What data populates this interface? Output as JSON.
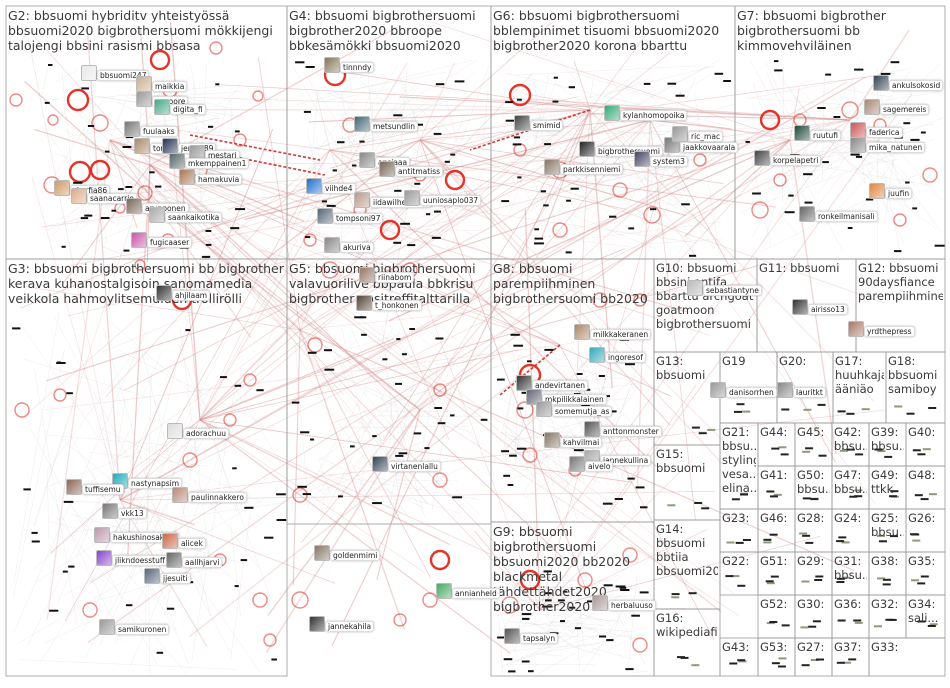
{
  "panels": [
    {
      "id": "G2",
      "title": "G2: bbsuomi hybriditv yhteistyössä bbsuomi2020 bigbrothersuomi mökkijengi talojengi bbsini rasismi bbsasa"
    },
    {
      "id": "G4",
      "title": "G4: bbsuomi bigbrothersuomi bigbrother2020 bbroope bbkesämökki bbsuomi2020 trollivaiei draamaaluvassa bigbrother teamop"
    },
    {
      "id": "G6",
      "title": "G6: bbsuomi bigbrothersuomi bblempinimet tisuomi bbsuomi2020 bigbrother2020 korona bbarttu bbjukka bbjoel"
    },
    {
      "id": "G7",
      "title": "G7: bbsuomi bigbrother bigbrothersuomi bb kimmovehviläinen hahmoylitsemuiden trollirölli bbsuomi2020 sini labtq"
    },
    {
      "id": "G3",
      "title": "G3: bbsuomi bigbrothersuomi bb bigbrother kerava kuhanostalgisoin sanomamedia veikkola hahmoylitsemuiden trollirölli"
    },
    {
      "id": "G5",
      "title": "G5: bbsuomi bigbrothersuomi valavuorilive bbpaula bbkrisu bigbrother ensitreffitalttarilla bbkooste tännekiitos bbkessu"
    },
    {
      "id": "G8",
      "title": "G8: bbsuomi parempiihminen bigbrothersuomi bb2020 bbkessu bbsami got porilainen jonne bbsini"
    },
    {
      "id": "G9",
      "title": "G9: bbsuomi bigbrothersuomi bbsuomi2020 bb2020 blackmetal tähdettähdet2020 bigbrother2020 spekulaattori elisaviihde nelonen"
    },
    {
      "id": "G10",
      "title": "G10: bbsuomi bbsini antifa bbarttu archgoat goatmoon bigbrothersuomi bigbrother..."
    },
    {
      "id": "G11",
      "title": "G11: bbsuomi"
    },
    {
      "id": "G12",
      "title": "G12: bbsuomi 90daysfiance parempiihminen sivari setä"
    },
    {
      "id": "G13",
      "title": "G13: bbsuomi ensitreffital..."
    },
    {
      "id": "G19",
      "title": "G19 bbsuomi"
    },
    {
      "id": "G20",
      "title": "G20: bbsuomi"
    },
    {
      "id": "G17",
      "title": "G17: huuhkajat ääniäo mutkusi..."
    },
    {
      "id": "G18",
      "title": "G18: bbsuomi samiboy salibandy samiboy..."
    },
    {
      "id": "G15",
      "title": "G15: bbsuomi"
    },
    {
      "id": "G14",
      "title": "G14: bbsuomi bbtiia bbsuomi20 bigbrothers..."
    },
    {
      "id": "G16",
      "title": "G16: wikipediafi bbsuomi"
    },
    {
      "id": "G21",
      "title": "G21: bbsu... styling vesa... elina... elma..."
    },
    {
      "id": "G44",
      "title": "G44: bbsu..."
    },
    {
      "id": "G45",
      "title": "G45: bbsu..."
    },
    {
      "id": "G42",
      "title": "G42: bbsu... ruutu..."
    },
    {
      "id": "G39",
      "title": "G39: bbsu... bbpa..."
    },
    {
      "id": "G40",
      "title": "G40: bbsu..."
    },
    {
      "id": "G41",
      "title": "G41: bbsu..."
    },
    {
      "id": "G50",
      "title": "G50: bbsu... viihd..."
    },
    {
      "id": "G47",
      "title": "G47: bbsu... ruutu..."
    },
    {
      "id": "G49",
      "title": "G49: ttkk bbsu..."
    },
    {
      "id": "G48",
      "title": "G48: bbsu..."
    },
    {
      "id": "G23",
      "title": "G23: bbsu..."
    },
    {
      "id": "G46",
      "title": "G46: bbsu..."
    },
    {
      "id": "G28",
      "title": "G28: bbsu..."
    },
    {
      "id": "G24",
      "title": "G24: bbsu..."
    },
    {
      "id": "G25",
      "title": "G25: bbsu... doov..."
    },
    {
      "id": "G26",
      "title": "G26: bbsu..."
    },
    {
      "id": "G22",
      "title": "G22: bbsu..."
    },
    {
      "id": "G51",
      "title": "G51: bbsu..."
    },
    {
      "id": "G29",
      "title": "G29: bbsu..."
    },
    {
      "id": "G31",
      "title": "G31: bbsu... ajatte..."
    },
    {
      "id": "G38",
      "title": "G38: bbsu..."
    },
    {
      "id": "G35",
      "title": "G35: bbsu..."
    },
    {
      "id": "G52",
      "title": "G52: bbsu..."
    },
    {
      "id": "G30",
      "title": "G30: bbsu..."
    },
    {
      "id": "G36",
      "title": "G36: bbsu..."
    },
    {
      "id": "G32",
      "title": "G32: bbsuo..."
    },
    {
      "id": "G34",
      "title": "G34: sali... bbs..."
    },
    {
      "id": "G43",
      "title": "G43: bbsu..."
    },
    {
      "id": "G53",
      "title": "G53: bbsu..."
    },
    {
      "id": "G27",
      "title": "G27: bbsu..."
    },
    {
      "id": "G37",
      "title": "G37: bbsu..."
    },
    {
      "id": "G33",
      "title": "G33: bbsuo..."
    }
  ],
  "node_labels": [
    {
      "text": "bbsuomi247",
      "color": "#e8e8e8"
    },
    {
      "text": "maikkia",
      "color": "#c8b090"
    },
    {
      "text": "exuoore",
      "color": "#999"
    },
    {
      "text": "digita_fi",
      "color": "#4a8"
    },
    {
      "text": "fuulaaks",
      "color": "#777"
    },
    {
      "text": "tomih",
      "color": "#a86"
    },
    {
      "text": "jentse89",
      "color": "#235"
    },
    {
      "text": "mestari",
      "color": "#999"
    },
    {
      "text": "mkemppainen1",
      "color": "#566"
    },
    {
      "text": "hamakuvia",
      "color": "#a75"
    },
    {
      "text": "sksrfia86",
      "color": "#c96"
    },
    {
      "text": "saanacarrie",
      "color": "#da8"
    },
    {
      "text": "arupponen",
      "color": "#765"
    },
    {
      "text": "saankaikotika",
      "color": "#aaa"
    },
    {
      "text": "fugicaaser",
      "color": "#c5a"
    },
    {
      "text": "ahjilaam",
      "color": "#333"
    },
    {
      "text": "tinnndy",
      "color": "#875"
    },
    {
      "text": "metsundlin",
      "color": "#467"
    },
    {
      "text": "ansiaaa",
      "color": "#888"
    },
    {
      "text": "antitmatiss",
      "color": "#765"
    },
    {
      "text": "viihde4",
      "color": "#1e6fd0"
    },
    {
      "text": "iidawilhelmiina",
      "color": "#b98"
    },
    {
      "text": "uuniosaplo037",
      "color": "#999"
    },
    {
      "text": "tompsoni97",
      "color": "#567"
    },
    {
      "text": "akuriva",
      "color": "#888"
    },
    {
      "text": "riinabom",
      "color": "#976"
    },
    {
      "text": "t_honkonen",
      "color": "#543"
    },
    {
      "text": "smimid",
      "color": "#444"
    },
    {
      "text": "kylanhomopoika",
      "color": "#3a7"
    },
    {
      "text": "bigbrothersuomi",
      "color": "#222"
    },
    {
      "text": "jaakkovaarala",
      "color": "#777"
    },
    {
      "text": "system3",
      "color": "#446"
    },
    {
      "text": "ric_mac",
      "color": "#999"
    },
    {
      "text": "parkkisenniemi",
      "color": "#876"
    },
    {
      "text": "ankulsokosid",
      "color": "#345"
    },
    {
      "text": "sagemereis",
      "color": "#a87"
    },
    {
      "text": "ruutufi",
      "color": "#1f4a3a"
    },
    {
      "text": "faderica",
      "color": "#c55"
    },
    {
      "text": "mika_natunen",
      "color": "#888"
    },
    {
      "text": "korpelapetri",
      "color": "#444"
    },
    {
      "text": "juufin",
      "color": "#d84"
    },
    {
      "text": "ronkeilmanisali",
      "color": "#666"
    },
    {
      "text": "milkkakeranen",
      "color": "#a86"
    },
    {
      "text": "ingoresof",
      "color": "#3ab"
    },
    {
      "text": "andevirtanen",
      "color": "#333"
    },
    {
      "text": "mkpilikkalainen",
      "color": "#667"
    },
    {
      "text": "somemutja_as",
      "color": "#999"
    },
    {
      "text": "anttonmonster",
      "color": "#555"
    },
    {
      "text": "kahvilmai",
      "color": "#876"
    },
    {
      "text": "jannekullina",
      "color": "#aaa"
    },
    {
      "text": "sebastiantyne",
      "color": "#bbb"
    },
    {
      "text": "airisso13",
      "color": "#333"
    },
    {
      "text": "yrdthepress",
      "color": "#a76"
    },
    {
      "text": "danisorrhen",
      "color": "#999"
    },
    {
      "text": "lauritkt",
      "color": "#888"
    },
    {
      "text": "adorachuu",
      "color": "#ddd"
    },
    {
      "text": "nastynapsim",
      "color": "#2ab"
    },
    {
      "text": "tuffisemu",
      "color": "#865"
    },
    {
      "text": "paulinnakkero",
      "color": "#b87"
    },
    {
      "text": "vkk13",
      "color": "#777"
    },
    {
      "text": "hakushinosakura",
      "color": "#b9a"
    },
    {
      "text": "alicek",
      "color": "#c64"
    },
    {
      "text": "jlikndoesstuff",
      "color": "#84c"
    },
    {
      "text": "aallhjarvi",
      "color": "#666"
    },
    {
      "text": "jjesuiti",
      "color": "#567"
    },
    {
      "text": "samikuronen",
      "color": "#999"
    },
    {
      "text": "virtanenlallu",
      "color": "#345"
    },
    {
      "text": "goldenmimi",
      "color": "#876"
    },
    {
      "text": "jannekahila",
      "color": "#333"
    },
    {
      "text": "annianheld",
      "color": "#4a6"
    },
    {
      "text": "aivelo",
      "color": "#777"
    },
    {
      "text": "herbaluuso",
      "color": "#a99"
    },
    {
      "text": "tapsalyn",
      "color": "#555"
    }
  ],
  "colors": {
    "edge": "#d88a8a",
    "ring": "#e0291f",
    "panel_border": "#9a9a9a",
    "title": "#3a3a3a"
  }
}
